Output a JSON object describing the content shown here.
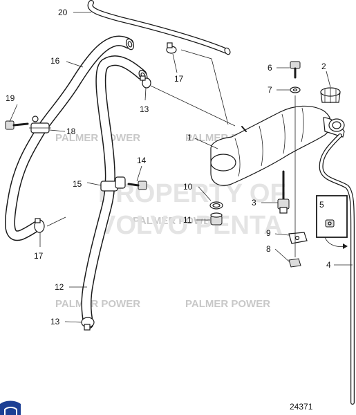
{
  "diagram": {
    "watermarks": {
      "brand": "PALMER POWER",
      "property_line1": "PROPERTY OF",
      "property_line2": "VOLVO PENTA"
    },
    "drawing_number": "24371",
    "callouts": [
      {
        "id": "1",
        "part": "expansion-tank"
      },
      {
        "id": "2",
        "part": "filler-cap"
      },
      {
        "id": "3",
        "part": "level-sensor"
      },
      {
        "id": "4",
        "part": "overflow-hose"
      },
      {
        "id": "5",
        "part": "hose-clip-detail"
      },
      {
        "id": "6",
        "part": "bolt"
      },
      {
        "id": "7",
        "part": "washer"
      },
      {
        "id": "8",
        "part": "rubber-pad"
      },
      {
        "id": "9",
        "part": "bracket-clip"
      },
      {
        "id": "10",
        "part": "o-ring"
      },
      {
        "id": "11",
        "part": "nipple"
      },
      {
        "id": "12",
        "part": "coolant-hose"
      },
      {
        "id": "13",
        "part": "hose-clamp"
      },
      {
        "id": "14",
        "part": "bolt"
      },
      {
        "id": "15",
        "part": "hose-bracket"
      },
      {
        "id": "16",
        "part": "coolant-hose"
      },
      {
        "id": "17",
        "part": "hose-clamp"
      },
      {
        "id": "18",
        "part": "hose-bracket"
      },
      {
        "id": "19",
        "part": "bolt"
      },
      {
        "id": "20",
        "part": "vent-hose"
      }
    ],
    "colors": {
      "line": "#1a1a1a",
      "watermark": "#c8c8c8",
      "logo": "#1c3f94"
    },
    "icons": {
      "logo": "volvo-penta-logo-icon"
    }
  }
}
